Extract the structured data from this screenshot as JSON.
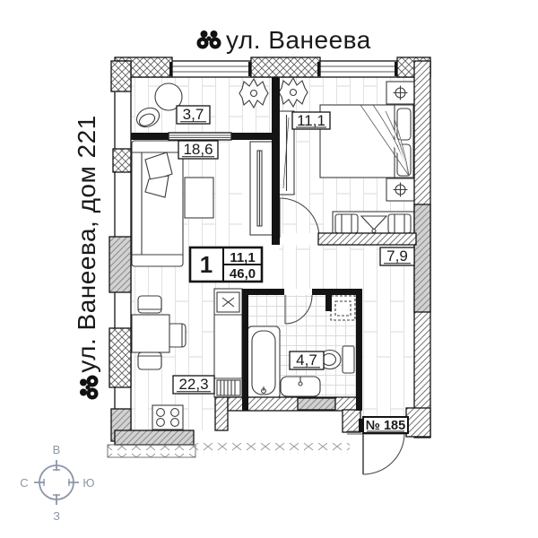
{
  "map": {
    "street_label_top": "ул. Ванеева",
    "street_label_left": "ул. Ванеева, дом 221"
  },
  "apartment": {
    "number_label": "№ 185",
    "info_box": {
      "rooms_count": "1",
      "living_area": "11,1",
      "total_area": "46,0"
    },
    "rooms": [
      {
        "name": "balcony",
        "area": "3,7"
      },
      {
        "name": "living-room",
        "area": "18,6"
      },
      {
        "name": "bedroom",
        "area": "11,1"
      },
      {
        "name": "hallway",
        "area": "7,9"
      },
      {
        "name": "kitchen-living",
        "area": "22,3"
      },
      {
        "name": "bathroom",
        "area": "4,7"
      }
    ]
  },
  "compass": {
    "top": "В",
    "right": "Ю",
    "left": "С",
    "bottom": "З"
  },
  "icons": {
    "top": "binoculars-icon",
    "left": "binoculars-icon"
  },
  "colors": {
    "walls": "#141414",
    "hatch": "#6f6f6f",
    "compass": "#8b97a6",
    "floor_line": "#e0e0e0"
  }
}
